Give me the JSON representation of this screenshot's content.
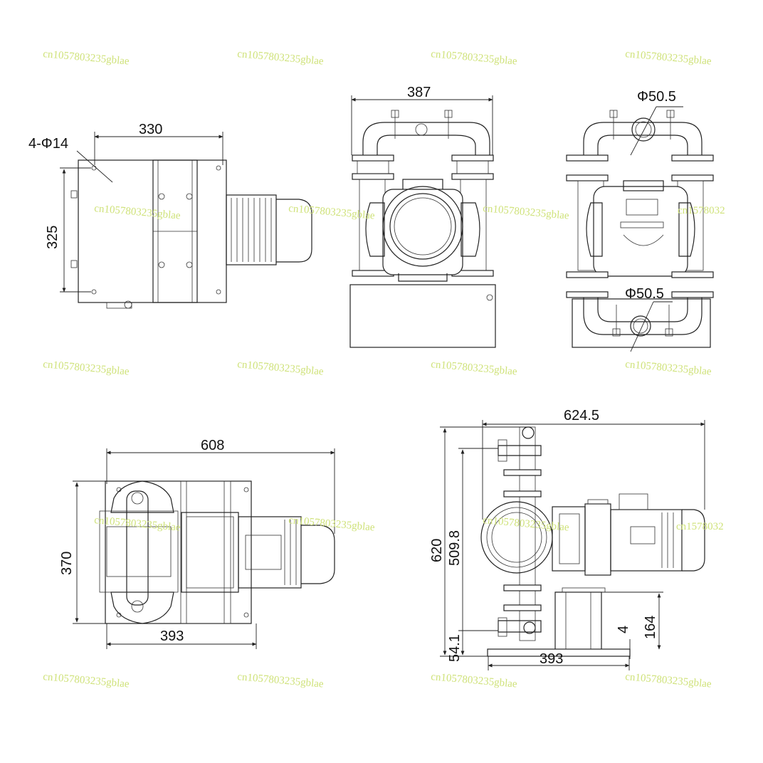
{
  "watermark": "cn1057803235gblae",
  "watermark_short": "cn1578032",
  "views": {
    "top_left": {
      "hole_label": "4-Φ14",
      "width": "330",
      "height": "325"
    },
    "top_front": {
      "width": "387"
    },
    "top_side": {
      "inlet": "Φ50.5",
      "outlet": "Φ50.5"
    },
    "bottom_plan": {
      "width_overall": "608",
      "depth": "370",
      "base_width": "393"
    },
    "bottom_side": {
      "length": "624.5",
      "height": "620",
      "port_height": "509.8",
      "base_height": "54.1",
      "base_depth": "393",
      "plate_thk": "4",
      "foot_height": "164"
    }
  }
}
